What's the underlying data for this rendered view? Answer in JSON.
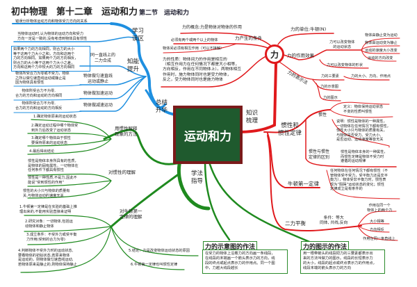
{
  "header": {
    "title": "初中物理　第十二章　运动和力",
    "section": "第二节　运动和力"
  },
  "center": {
    "label": "运动和力"
  },
  "colors": {
    "blue": "#1e8fe0",
    "red": "#e0191c",
    "green": "#1f8a1f",
    "center_fill": "#1f5a2e",
    "center_border": "#7a1a1a"
  },
  "summary": {
    "label": "总结\n升华",
    "mistakes": {
      "label": "学习\n误区",
      "items": [
        "错误分析物体运动方向和物体受力方向的关系",
        "当物体运动时,认为物体的运动方向和受力\n方向一定是一致的,没有考虑到物体具有惯性"
      ]
    },
    "improve": {
      "label": "知能\n提升",
      "resultant": {
        "label": "同一直线上的\n二力合成",
        "text": "如果两个力的方向相同，则合力的大小\n等于这两个力大小之和，方向和这两个\n力的方向相同。如果两个力的方向相反，\n则合力的大小等于这两个力大小之差，\n方向和这两个力中较大的力的方向相同"
      },
      "motions": [
        {
          "label": "物体做匀速直线\n运动或静止",
          "text": "物体所受合力为零或不受力，物体\n之所以做匀速直线运动或静止是\n因为物体具有惯性"
        },
        {
          "label": "物体做加速运动",
          "text": "物体所受合力不为零,\n合力的方向和运动的方向相同"
        },
        {
          "label": "物体做减速运动",
          "text": "物体所受合力不为零,\n合力的方向和运动的方向相反"
        }
      ]
    }
  },
  "knowledge": {
    "label": "知识\n梳理",
    "force": {
      "label": "力",
      "concept": "力的概念:力是物体对物体的作用",
      "conditions": {
        "label": "力产生的条件",
        "items": [
          "必须有两个或两个以上的物体",
          "物体间必须有相互作用（可以不接触）"
        ]
      },
      "property": "力的性质：物体间力的作用是相互的\n（相互作用力在任何情况下都是大小相等，\n方向相反，作用在不同物体上）。两物体相互\n作用时，施力物体同时也是受力物体，\n反之，受力物体同时也是施力物体",
      "unit": "力的单位:牛顿(N)",
      "effects": {
        "label": "力的作用效果",
        "motion_state": {
          "label": "力可以改变物体\n的运动状态",
          "items": [
            "物体由静止变为运动",
            "物体由运动变为静止",
            "运动的速度大小改变",
            "运动的方向改变"
          ]
        },
        "shape": "力可以改变物体的形状"
      },
      "representation": {
        "label": "力的表示法",
        "three_elements": "力的三要素",
        "three_elements_detail": "力的大小、方向、作用点",
        "diagram": "力的示意图",
        "graphic": "力的图示"
      }
    },
    "inertia": {
      "label": "惯性和\n惯性定律",
      "inertia": {
        "label": "惯性",
        "definition": "定义：物体保持运动状态\n不变的性质叫惯性",
        "explanation": "说明：惯性是物体的一种属性，\n一切物体在任何情况下都有惯性，\n惯性大小只与物体的质量有关，\n与物体是否受力、受力大小、\n是否运动、运动速度等皆无关"
      },
      "difference": {
        "label": "惯性与惯性\n定律的区别",
        "text": "惯性是物体本身的一种属性，\n而惯性定律是物体不受力时\n遵循的运动规律"
      }
    },
    "newton": {
      "label": "牛顿第一定律",
      "text": "任何物体在任何情况下都有惯性（不\n管物体受不受力，受平衡力还是非平\n衡力），物体受非平衡力时，惯性表\n现为“阻碍”运动状态的变化；惯性\n定律成立是有条件的"
    },
    "balance": {
      "label": "二力平衡",
      "condition": "条件：等大\n同体, 共线,反向",
      "items": [
        "作用在同一个\n物体上的两个力",
        "大小相等",
        "方向相反",
        "作用在同一条直线上"
      ]
    }
  },
  "method": {
    "label": "学法\n指导",
    "explain": {
      "label": "用惯性解释\n现象的方法",
      "steps": [
        "1.确定物体原来的运动状态",
        "2.确定运动过程中哪个物体受\n到外力后改变了运动状态",
        "3.确定哪个物体由于惯性\n要保持原来的运动状态",
        "4.最后得出结论"
      ]
    },
    "understand_inertia": {
      "label": "对惯性的理解",
      "items": [
        "惯性是物体本身所具有的性质，\n是物体的固有属性。一切物体在\n任何条件下都具有惯性",
        "惯性是一种性质,不是力,因此不\n能说“受到惯性的作用”",
        "惯性的大小只与物体的质量有\n关,与物体运动的速度无关"
      ]
    },
    "understand_newton": {
      "label": "对牛顿第一\n定律的理解",
      "items": [
        "1.牛顿第一定律是在实验的基础上推\n理出来的,不能用实验直接来证明",
        "2.研究对象：一切物体,包括运\n动物体和静止物体",
        "3.成立条件：不受外力或受平衡\n力作用(受到的合力为零)",
        "4.判断物体不受外力时的运动状态,\n要看物体的初始状态,若原来物体\n是运动的，则物体做匀速直线运动,\n若物体原来是静止的,则物体保持静止",
        "5.结论：力是改变物体运动状态的原因",
        "6.牛顿第一定律也叫惯性定律"
      ]
    },
    "diagram_method": {
      "title": "力的示意图的作法",
      "text": "在受力的物体上沿着力的方向画一条线段，\n在线段的末端画一个箭头表示力的方向，线\n段的终点或起点表示力的作用点。同一个图\n中，力越大线段越长"
    },
    "graphic_method": {
      "title": "力的图示的作法",
      "text": "用一根带箭头的线段把力的三要素都表示出\n来的方法叫做力的图示。线段的长短表示力\n的大小，线段的起点或终点表示力的作用点，\n线段末端的箭头表示力的方向"
    }
  }
}
